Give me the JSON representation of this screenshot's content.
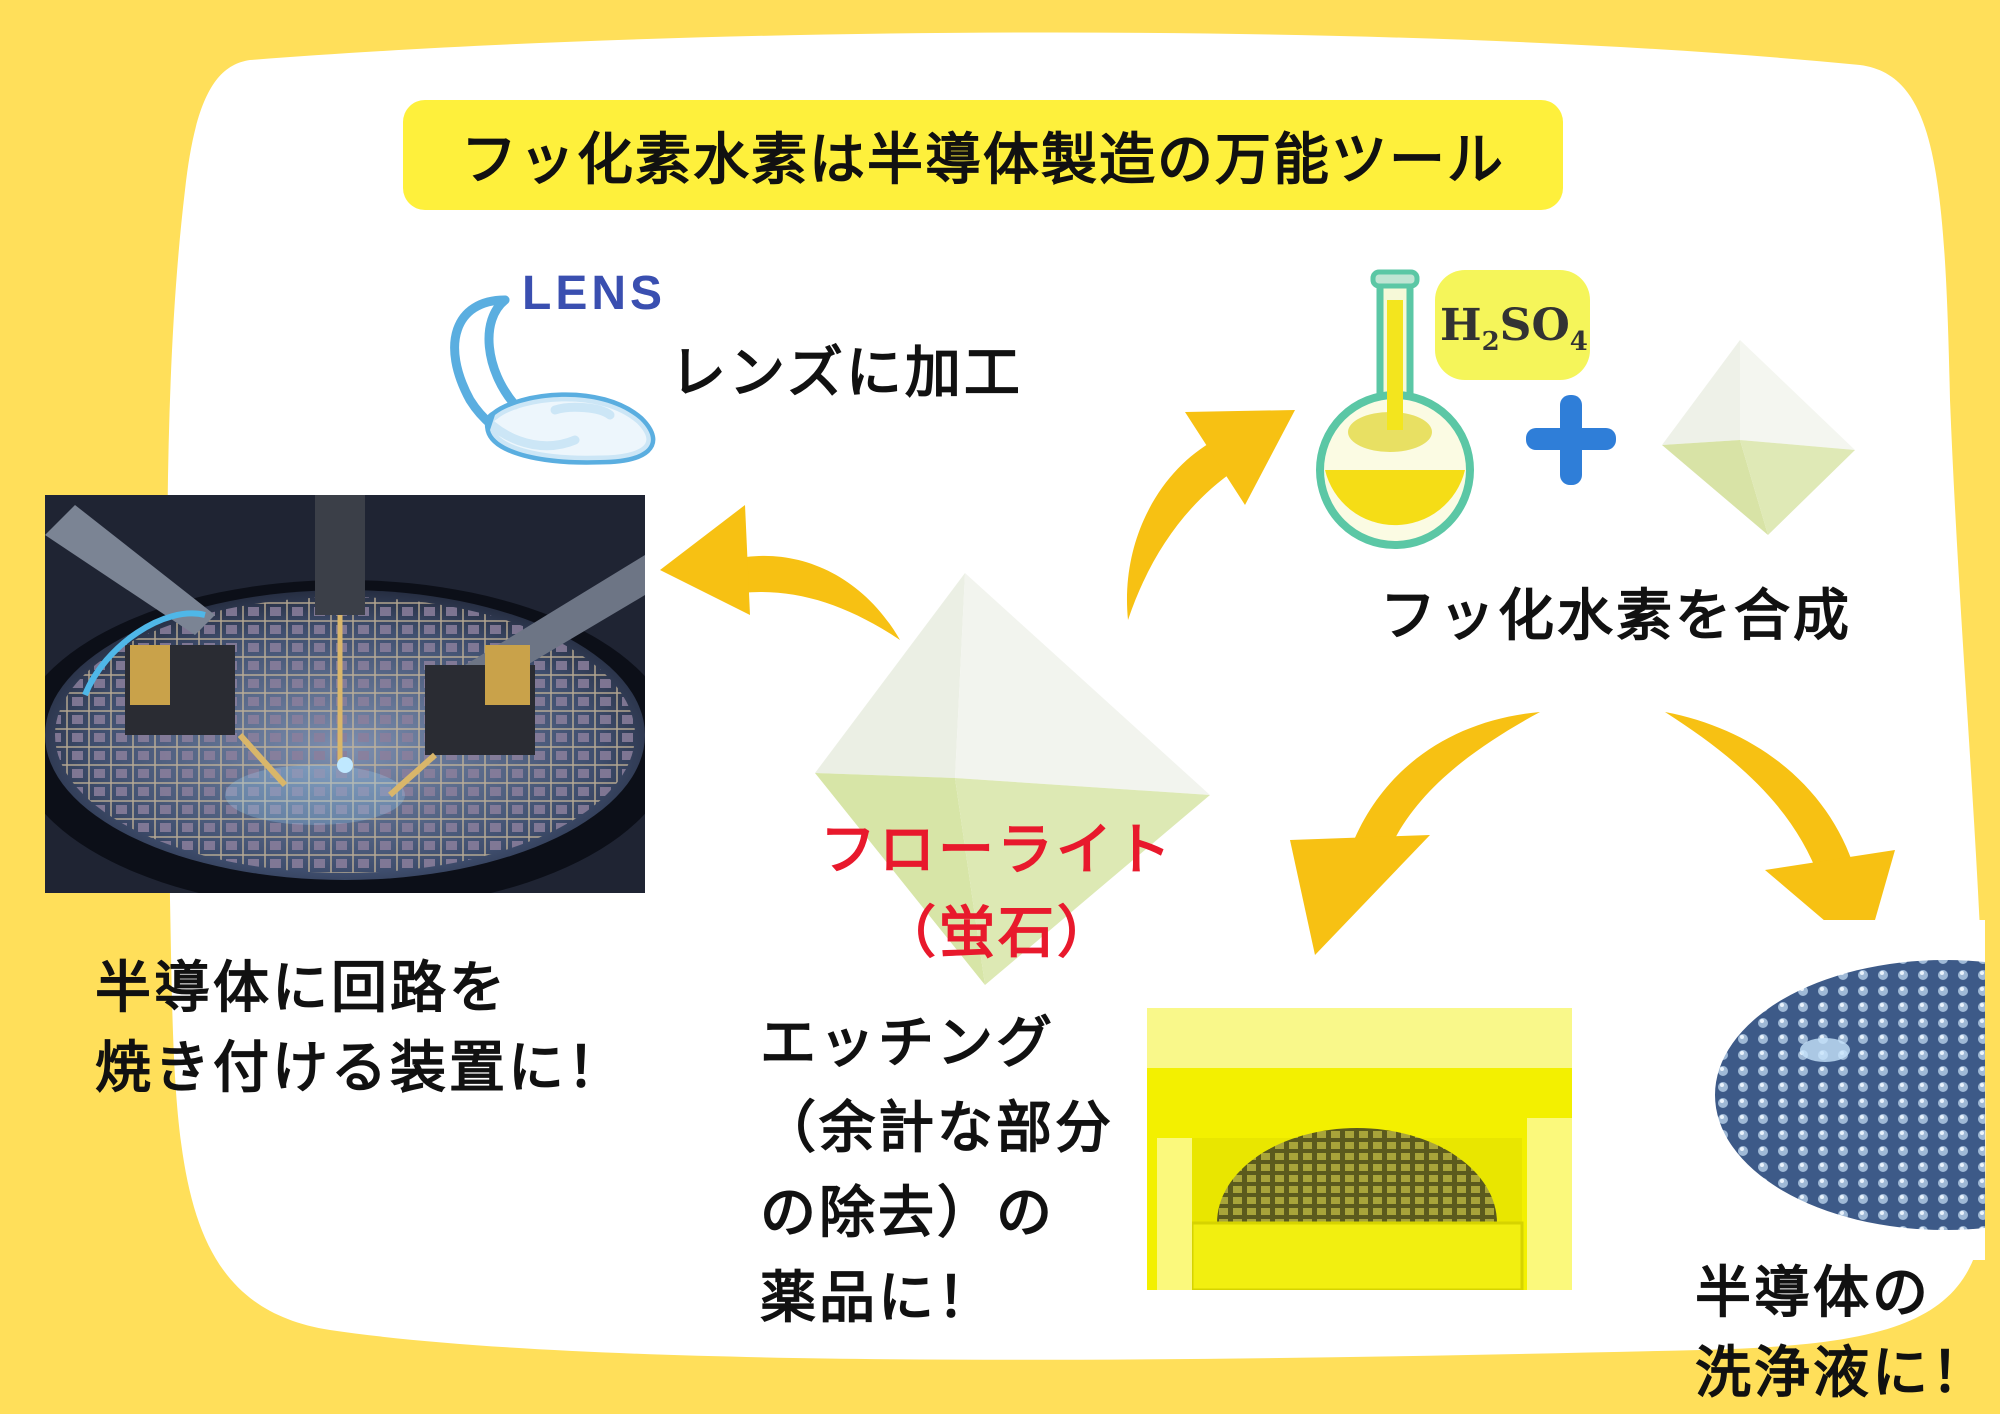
{
  "title": "フッ化素水素は半導体製造の万能ツール",
  "lens": {
    "icon_label": "LENS",
    "caption": "レンズに加工"
  },
  "flask": {
    "formula_main": "H",
    "formula_sub": "2",
    "formula_mid": "SO",
    "formula_sub2": "4"
  },
  "synthesis_caption": "フッ化水素を合成",
  "fluorite": {
    "line1": "フローライト",
    "line2": "（蛍石）"
  },
  "lithography": {
    "line1": "半導体に回路を",
    "line2": "焼き付ける装置に！"
  },
  "etching": {
    "line1": "エッチング",
    "line2": "（余計な部分",
    "line3": "の除去）の",
    "line4": "薬品に！"
  },
  "cleaning": {
    "line1": "半導体の",
    "line2": "洗浄液に！"
  },
  "colors": {
    "background": "#ffdf5a",
    "panel": "#ffffff",
    "arrow": "#f7c113",
    "title_bg": "#fef03c",
    "accent_red": "#e8192c",
    "lens_blue": "#5aaee0",
    "plus_blue": "#2f7ed8"
  }
}
